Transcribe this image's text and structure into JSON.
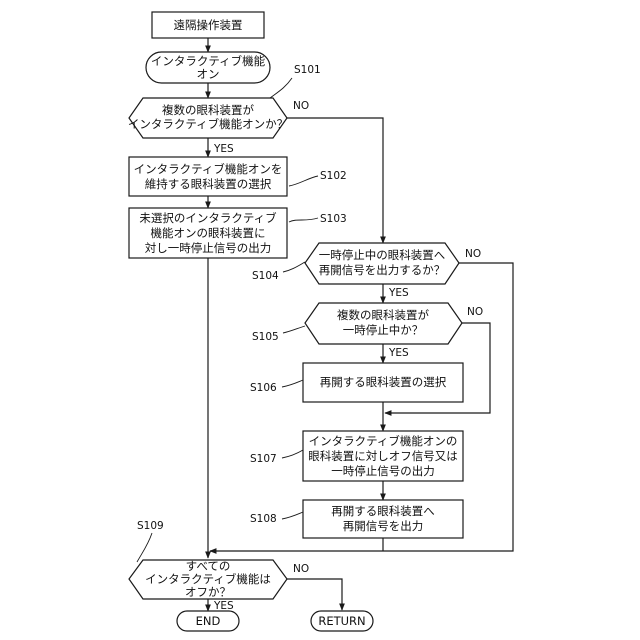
{
  "nodes": {
    "remote_device": "遠隔操作装置",
    "interactive_on_1": "インタラクティブ機能",
    "interactive_on_2": "オン",
    "s101_q_1": "複数の眼科装置が",
    "s101_q_2": "インタラクティブ機能オンか？",
    "s102_1": "インタラクティブ機能オンを",
    "s102_2": "維持する眼科装置の選択",
    "s103_1": "未選択のインタラクティブ",
    "s103_2": "機能オンの眼科装置に",
    "s103_3": "対し一時停止信号の出力",
    "s104_q_1": "一時停止中の眼科装置へ",
    "s104_q_2": "再開信号を出力するか？",
    "s105_q_1": "複数の眼科装置が",
    "s105_q_2": "一時停止中か？",
    "s106": "再開する眼科装置の選択",
    "s107_1": "インタラクティブ機能オンの",
    "s107_2": "眼科装置に対しオフ信号又は",
    "s107_3": "一時停止信号の出力",
    "s108_1": "再開する眼科装置へ",
    "s108_2": "再開信号を出力",
    "s109_q_1": "すべての",
    "s109_q_2": "インタラクティブ機能は",
    "s109_q_3": "オフか？",
    "end": "END",
    "return": "RETURN"
  },
  "step_labels": {
    "s101": "S101",
    "s102": "S102",
    "s103": "S103",
    "s104": "S104",
    "s105": "S105",
    "s106": "S106",
    "s107": "S107",
    "s108": "S108",
    "s109": "S109"
  },
  "branch_labels": {
    "s101_yes": "YES",
    "s101_no": "NO",
    "s104_yes": "YES",
    "s104_no": "NO",
    "s105_yes": "YES",
    "s105_no": "NO",
    "s109_yes": "YES",
    "s109_no": "NO"
  }
}
